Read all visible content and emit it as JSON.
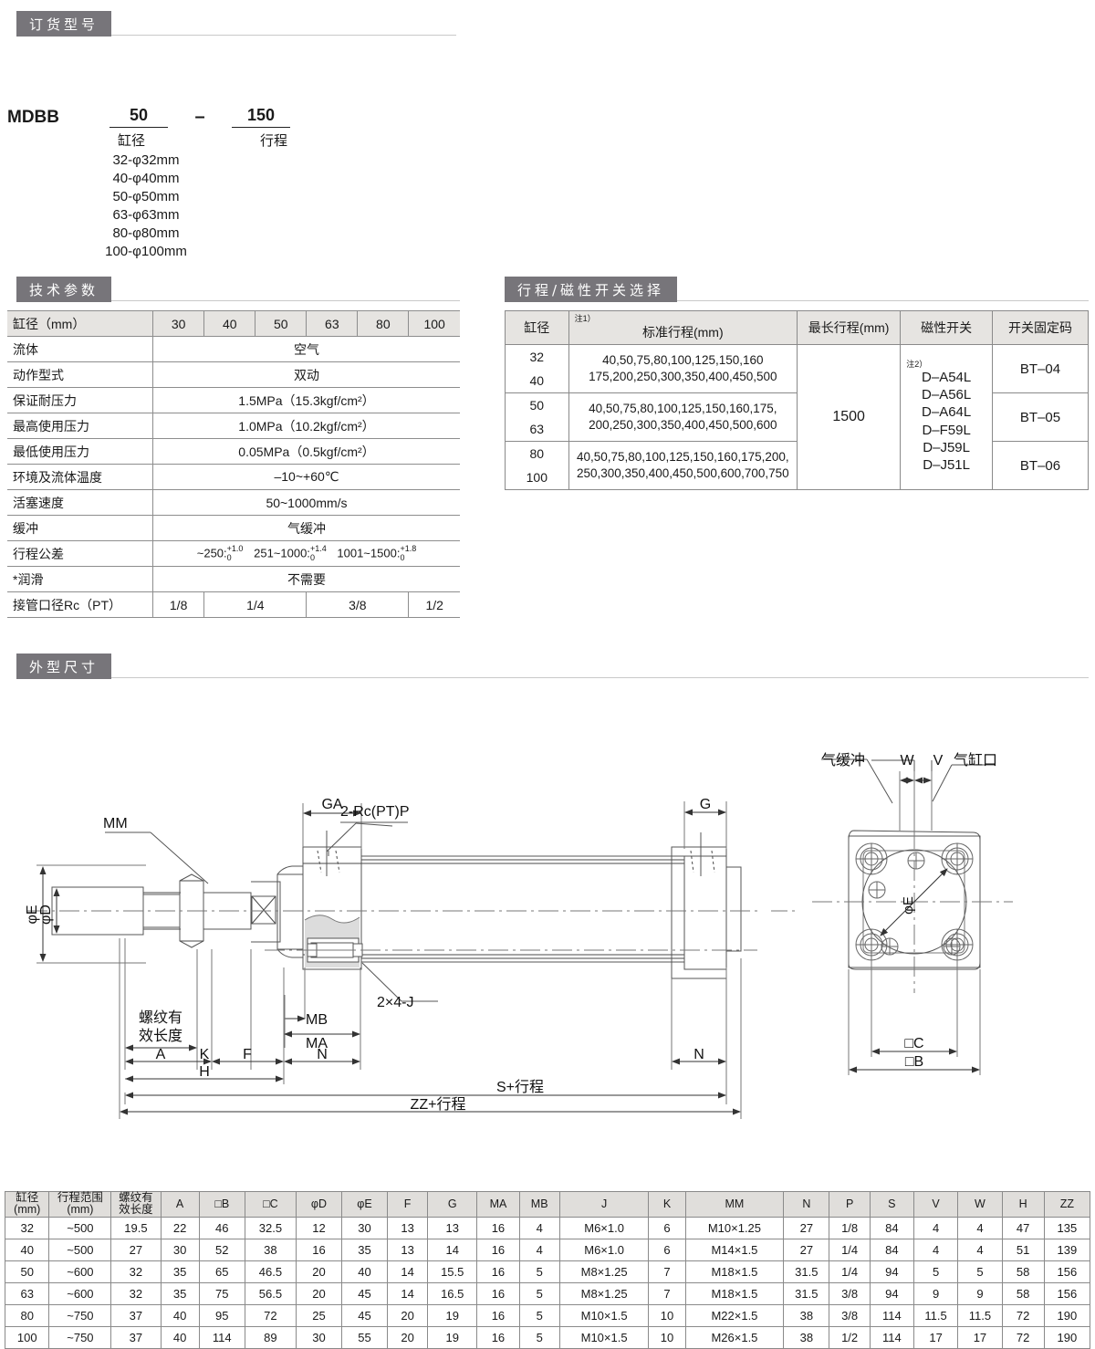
{
  "sections": {
    "order_code": "订货型号",
    "tech_params": "技术参数",
    "stroke_switch": "行程/磁性开关选择",
    "dimensions": "外型尺寸"
  },
  "order_code": {
    "series": "MDBB",
    "bore_value": "50",
    "dash": "–",
    "stroke_value": "150",
    "bore_label": "缸径",
    "stroke_label": "行程",
    "bore_options": [
      "32-φ32mm",
      "40-φ40mm",
      "50-φ50mm",
      "63-φ63mm",
      "80-φ80mm",
      "100-φ100mm"
    ]
  },
  "tech_table": {
    "header_label": "缸径（mm）",
    "bores": [
      "30",
      "40",
      "50",
      "63",
      "80",
      "100"
    ],
    "rows": [
      {
        "label": "流体",
        "value": "空气"
      },
      {
        "label": "动作型式",
        "value": "双动"
      },
      {
        "label": "保证耐压力",
        "value": "1.5MPa（15.3kgf/cm²）"
      },
      {
        "label": "最高使用压力",
        "value": "1.0MPa（10.2kgf/cm²）"
      },
      {
        "label": "最低使用压力",
        "value": "0.05MPa（0.5kgf/cm²）"
      },
      {
        "label": "环境及流体温度",
        "value": "–10~+60℃"
      },
      {
        "label": "活塞速度",
        "value": "50~1000mm/s"
      },
      {
        "label": "缓冲",
        "value": "气缓冲"
      }
    ],
    "tolerance_label": "行程公差",
    "tolerance": [
      {
        "range": "~250:",
        "upper": "+1.0",
        "lower": "0"
      },
      {
        "range": "251~1000:",
        "upper": "+1.4",
        "lower": "0"
      },
      {
        "range": "1001~1500:",
        "upper": "+1.8",
        "lower": "0"
      }
    ],
    "lubrication_label": "*润滑",
    "lubrication_value": "不需要",
    "port_label": "接管口径Rc（PT）",
    "ports": [
      "1/8",
      "1/4",
      "3/8",
      "1/2"
    ]
  },
  "stroke_table": {
    "headers": {
      "bore": "缸径",
      "std_stroke": "标准行程(mm)",
      "std_note": "注1）",
      "max_stroke": "最长行程(mm)",
      "switch": "磁性开关",
      "switch_code": "开关固定码"
    },
    "bores": [
      "32",
      "40",
      "50",
      "63",
      "80",
      "100"
    ],
    "std_strokes": [
      "40,50,75,80,100,125,150,160 175,200,250,300,350,400,450,500",
      "40,50,75,80,100,125,150,160,175, 200,250,300,350,400,450,500,600",
      "40,50,75,80,100,125,150,160,175,200, 250,300,350,400,450,500,600,700,750"
    ],
    "std_strokes_lines": [
      [
        "40,50,75,80,100,125,150,160",
        "175,200,250,300,350,400,450,500"
      ],
      [
        "40,50,75,80,100,125,150,160,175,",
        "200,250,300,350,400,450,500,600"
      ],
      [
        "40,50,75,80,100,125,150,160,175,200,",
        "250,300,350,400,450,500,600,700,750"
      ]
    ],
    "max_stroke": "1500",
    "switch_note": "注2）",
    "switches": [
      "D–A54L",
      "D–A56L",
      "D–A64L",
      "D–F59L",
      "D–J59L",
      "D–J51L"
    ],
    "switch_codes": [
      "BT–04",
      "BT–05",
      "BT–06"
    ]
  },
  "drawing": {
    "labels": {
      "mm": "MM",
      "ga": "GA",
      "rc_port": "2-Rc(PT)P",
      "g": "G",
      "phi_e": "φE",
      "phi_d": "φD",
      "thread_len": "螺纹有效长度",
      "thread_len_l1": "螺纹有",
      "thread_len_l2": "效长度",
      "a": "A",
      "k": "K",
      "f": "F",
      "n": "N",
      "h": "H",
      "mb": "MB",
      "ma": "MA",
      "holes": "2×4-J",
      "s_stroke": "S+行程",
      "zz_stroke": "ZZ+行程",
      "n_right": "N",
      "cushion": "气缓冲",
      "w": "W",
      "v": "V",
      "port": "气缸口",
      "bore_dia": "φE",
      "sq_c": "□C",
      "sq_b": "□B"
    }
  },
  "dim_table": {
    "headers": [
      {
        "l1": "缸径",
        "l2": "(mm)"
      },
      {
        "l1": "行程范围",
        "l2": "(mm)"
      },
      {
        "l1": "螺纹有",
        "l2": "效长度"
      },
      {
        "l1": "A",
        "l2": ""
      },
      {
        "l1": "□B",
        "l2": ""
      },
      {
        "l1": "□C",
        "l2": ""
      },
      {
        "l1": "φD",
        "l2": ""
      },
      {
        "l1": "φE",
        "l2": ""
      },
      {
        "l1": "F",
        "l2": ""
      },
      {
        "l1": "G",
        "l2": ""
      },
      {
        "l1": "MA",
        "l2": ""
      },
      {
        "l1": "MB",
        "l2": ""
      },
      {
        "l1": "J",
        "l2": ""
      },
      {
        "l1": "K",
        "l2": ""
      },
      {
        "l1": "MM",
        "l2": ""
      },
      {
        "l1": "N",
        "l2": ""
      },
      {
        "l1": "P",
        "l2": ""
      },
      {
        "l1": "S",
        "l2": ""
      },
      {
        "l1": "V",
        "l2": ""
      },
      {
        "l1": "W",
        "l2": ""
      },
      {
        "l1": "H",
        "l2": ""
      },
      {
        "l1": "ZZ",
        "l2": ""
      }
    ],
    "rows": [
      [
        "32",
        "~500",
        "19.5",
        "22",
        "46",
        "32.5",
        "12",
        "30",
        "13",
        "13",
        "16",
        "4",
        "M6×1.0",
        "6",
        "M10×1.25",
        "27",
        "1/8",
        "84",
        "4",
        "4",
        "47",
        "135"
      ],
      [
        "40",
        "~500",
        "27",
        "30",
        "52",
        "38",
        "16",
        "35",
        "13",
        "14",
        "16",
        "4",
        "M6×1.0",
        "6",
        "M14×1.5",
        "27",
        "1/4",
        "84",
        "4",
        "4",
        "51",
        "139"
      ],
      [
        "50",
        "~600",
        "32",
        "35",
        "65",
        "46.5",
        "20",
        "40",
        "14",
        "15.5",
        "16",
        "5",
        "M8×1.25",
        "7",
        "M18×1.5",
        "31.5",
        "1/4",
        "94",
        "5",
        "5",
        "58",
        "156"
      ],
      [
        "63",
        "~600",
        "32",
        "35",
        "75",
        "56.5",
        "20",
        "45",
        "14",
        "16.5",
        "16",
        "5",
        "M8×1.25",
        "7",
        "M18×1.5",
        "31.5",
        "3/8",
        "94",
        "9",
        "9",
        "58",
        "156"
      ],
      [
        "80",
        "~750",
        "37",
        "40",
        "95",
        "72",
        "25",
        "45",
        "20",
        "19",
        "16",
        "5",
        "M10×1.5",
        "10",
        "M22×1.5",
        "38",
        "3/8",
        "114",
        "11.5",
        "11.5",
        "72",
        "190"
      ],
      [
        "100",
        "~750",
        "37",
        "40",
        "114",
        "89",
        "30",
        "55",
        "20",
        "19",
        "16",
        "5",
        "M10×1.5",
        "10",
        "M26×1.5",
        "38",
        "1/2",
        "114",
        "17",
        "17",
        "72",
        "190"
      ]
    ]
  },
  "colors": {
    "band": "#77757a",
    "header_fill": "#e6e4e1",
    "border": "#8a8a8a",
    "shade": "#dcdcdc"
  }
}
